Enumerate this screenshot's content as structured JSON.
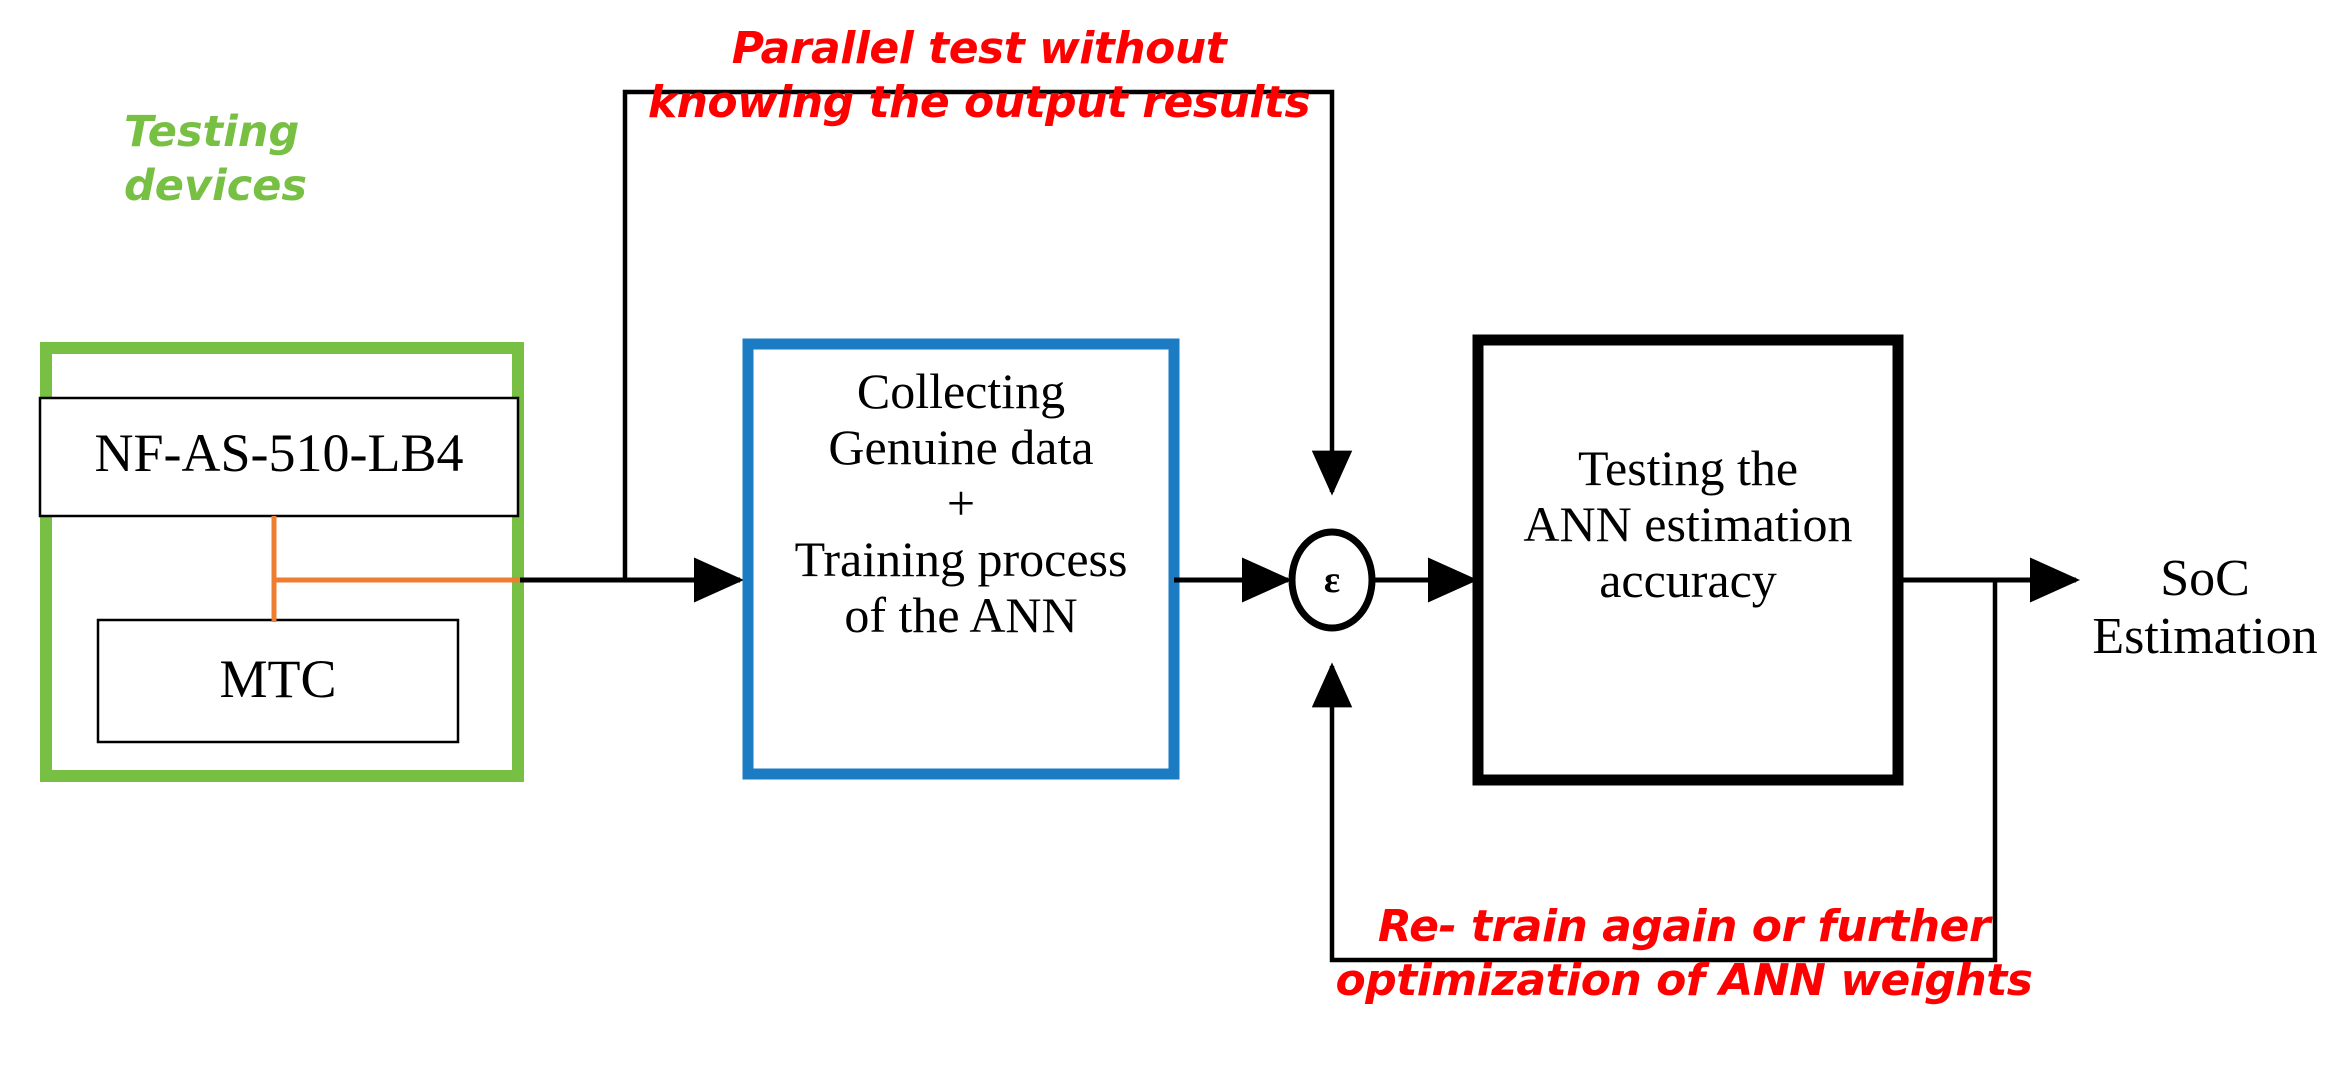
{
  "diagram": {
    "title": "ANN based SoC estimation test flow",
    "colors": {
      "green_border": "#77C043",
      "blue_border": "#1B7CC4",
      "black": "#000000",
      "orange": "#ED7D31",
      "red_text": "#FF0000",
      "green_text": "#77C043",
      "background": "#FFFFFF"
    },
    "annotations": {
      "testing_devices": "Testing\ndevices",
      "parallel_test": "Parallel test without\nknowing the output results",
      "retrain": "Re- train again or further\noptimization of ANN weights"
    },
    "blocks": {
      "device_group": {
        "label": "",
        "border_color": "#77C043"
      },
      "instrument": {
        "label": "NF-AS-510-LB4"
      },
      "mtc": {
        "label": "MTC"
      },
      "training": {
        "label": "Collecting\nGenuine data\n+\nTraining process\nof the ANN",
        "border_color": "#1B7CC4"
      },
      "testing": {
        "label": "Testing the\nANN estimation\naccuracy",
        "border_color": "#000000"
      },
      "summing_junction": {
        "label": "ε"
      },
      "output": {
        "label": "SoC\nEstimation"
      }
    },
    "connections": [
      {
        "name": "instrument-to-mtc",
        "color": "#ED7D31",
        "style": "orange-tee"
      },
      {
        "name": "devices-to-training",
        "color": "#000000",
        "arrow": true
      },
      {
        "name": "training-to-epsilon",
        "color": "#000000",
        "arrow": true
      },
      {
        "name": "epsilon-to-testing",
        "color": "#000000",
        "arrow": true
      },
      {
        "name": "testing-to-output",
        "color": "#000000",
        "arrow": true
      },
      {
        "name": "parallel-test-feedback",
        "color": "#000000",
        "arrow": true
      },
      {
        "name": "retrain-feedback",
        "color": "#000000",
        "arrow": true
      }
    ]
  }
}
